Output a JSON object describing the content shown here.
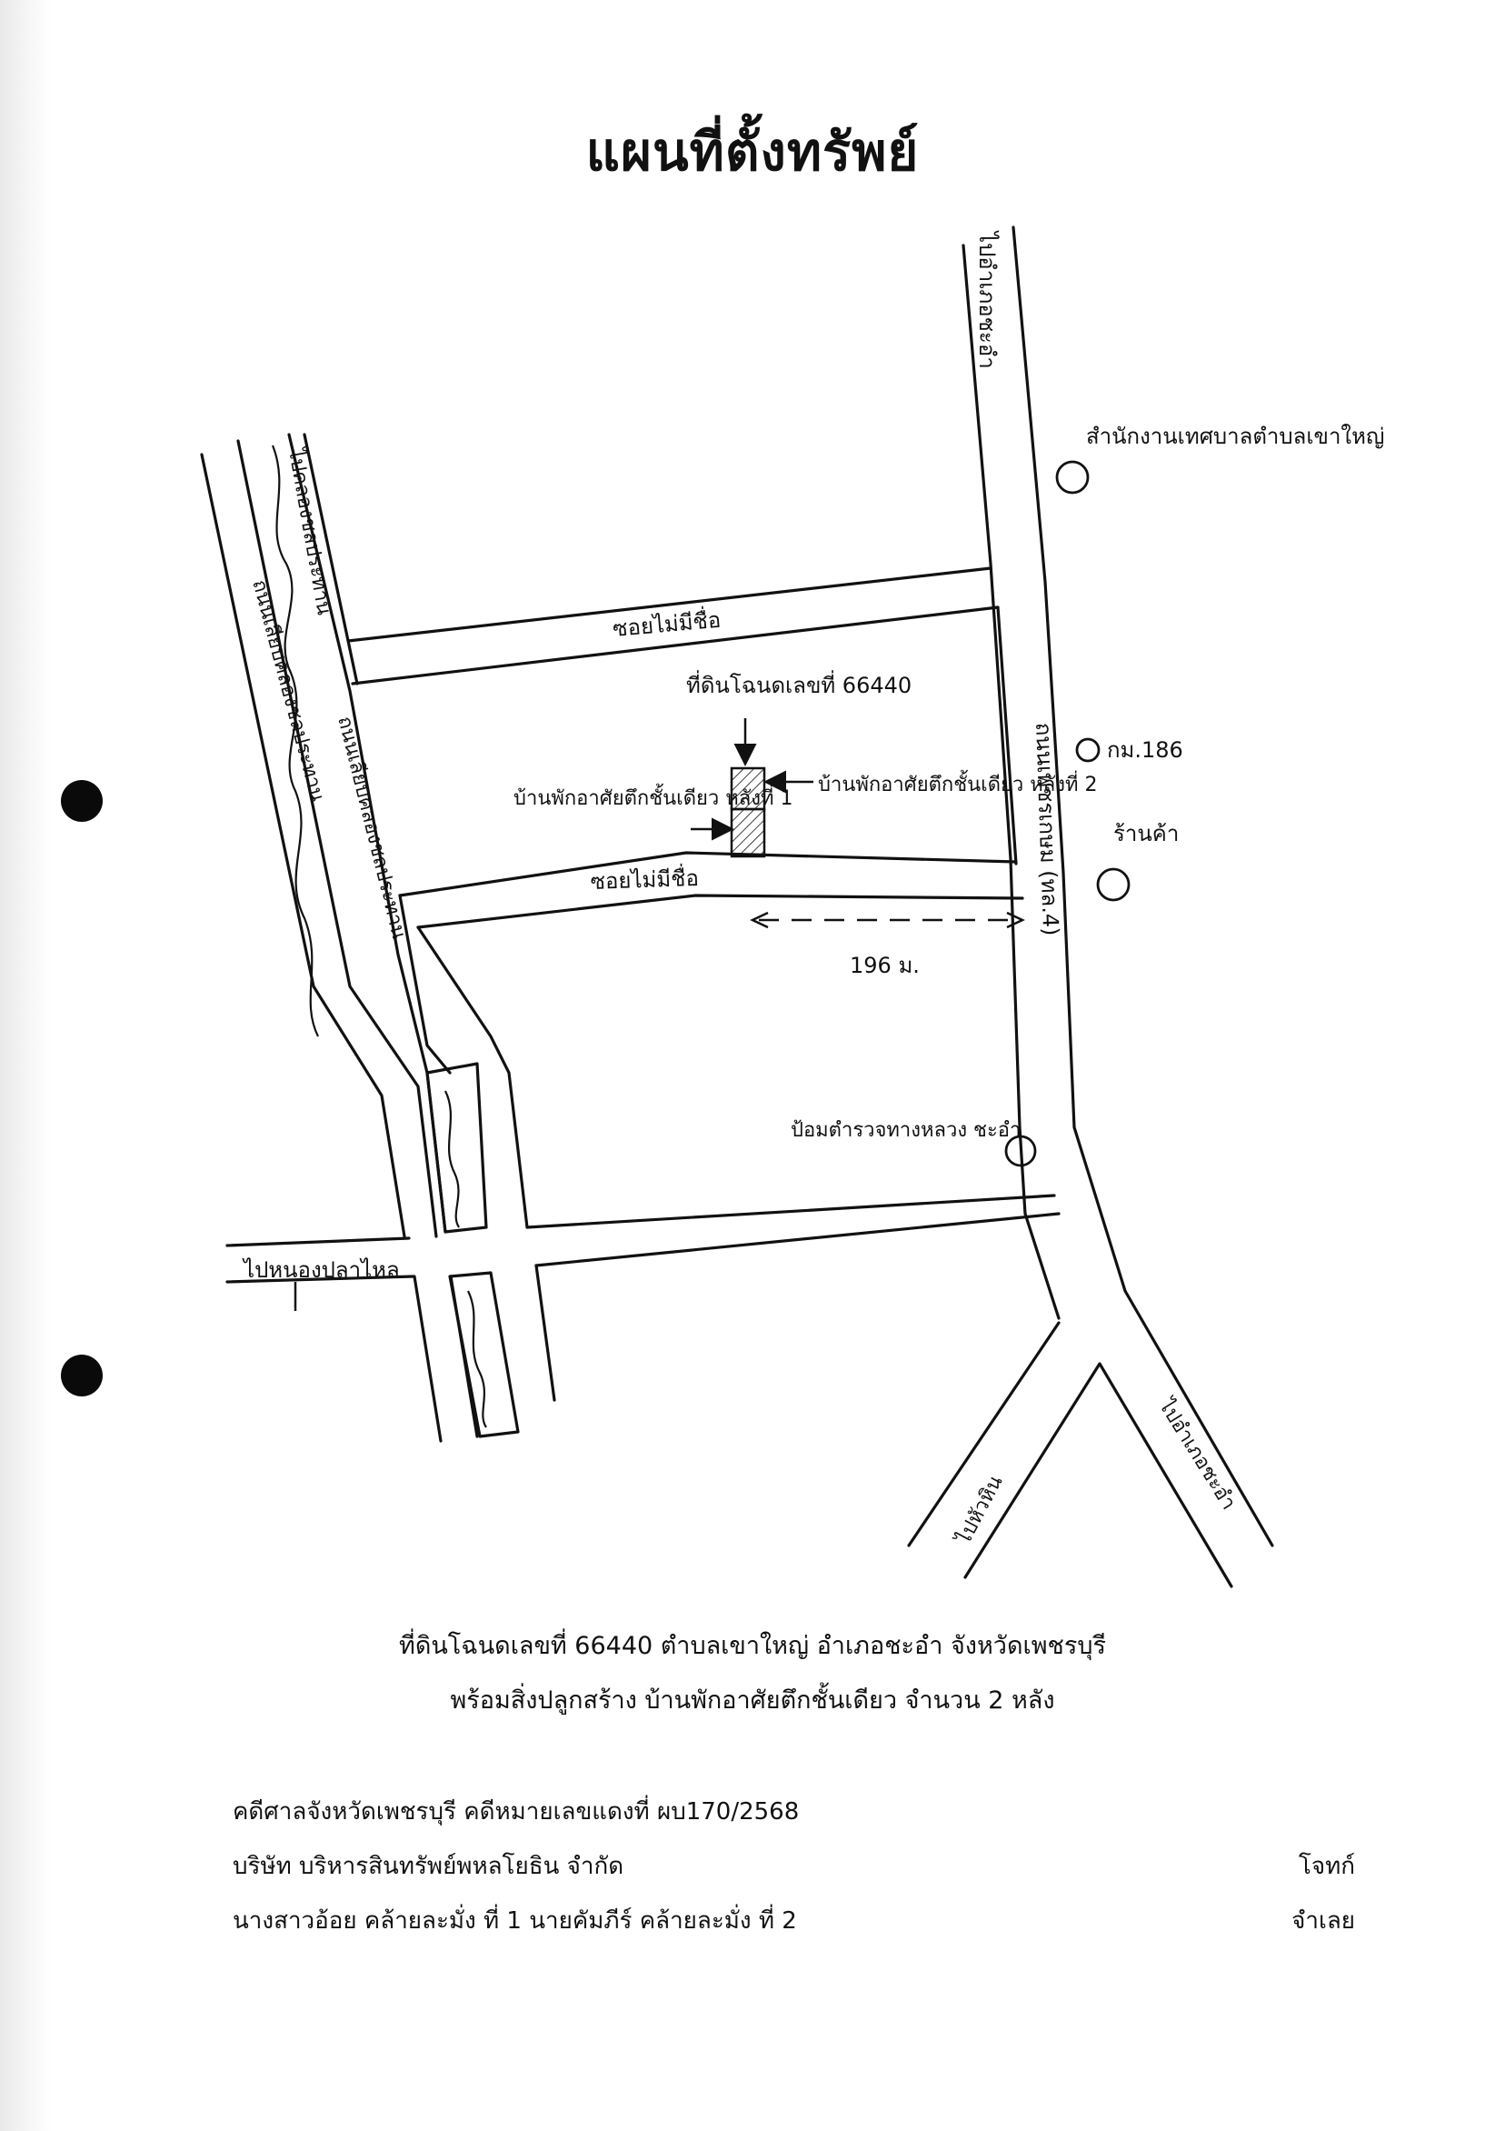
{
  "document": {
    "title": "แผนที่ตั้งทรัพย์"
  },
  "map": {
    "labels": {
      "road_north": "ไปอำเภอชะอำ",
      "canal_north": "ไปคลองชลประทาน",
      "district_office": "สำนักงานเทศบาลตำบลเขาใหญ่",
      "soi_upper": "ซอยไม่มีชื่อ",
      "soi_lower": "ซอยไม่มีชื่อ",
      "land_deed": "ที่ดินโฉนดเลขที่ 66440",
      "house_1": "บ้านพักอาศัยตึกชั้นเดียว หลังที่ 1",
      "house_2": "บ้านพักอาศัยตึกชั้นเดียว หลังที่ 2",
      "km_marker": "กม.186",
      "shop": "ร้านค้า",
      "distance": "196 ม.",
      "highway": "ถนนเพชรเกษม (ทล.4)",
      "canal_road_left": "ถนนเลียบคลองชลประทาน",
      "canal_road_right": "ถนนเลียบคลองชลประทาน",
      "police_box": "ป้อมตำรวจทางหลวง ชะอำ",
      "road_west": "ไปหนองปลาไหล",
      "road_south_left": "ไปหัวหิน",
      "road_south_right": "ไปอำเภอชะอำ"
    }
  },
  "caption": {
    "line1": "ที่ดินโฉนดเลขที่ 66440 ตำบลเขาใหญ่ อำเภอชะอำ จังหวัดเพชรบุรี",
    "line2": "พร้อมสิ่งปลูกสร้าง บ้านพักอาศัยตึกชั้นเดียว จำนวน 2 หลัง"
  },
  "case": {
    "court_line": "คดีศาลจังหวัดเพชรบุรี คดีหมายเลขแดงที่  ผบ170/2568",
    "plaintiff_name": "บริษัท บริหารสินทรัพย์พหลโยธิน จำกัด",
    "plaintiff_role": "โจทก์",
    "defendant_name": "นางสาวอ้อย คล้ายละมั่ง ที่ 1 นายคัมภีร์ คล้ายละมั่ง ที่ 2",
    "defendant_role": "จำเลย"
  }
}
